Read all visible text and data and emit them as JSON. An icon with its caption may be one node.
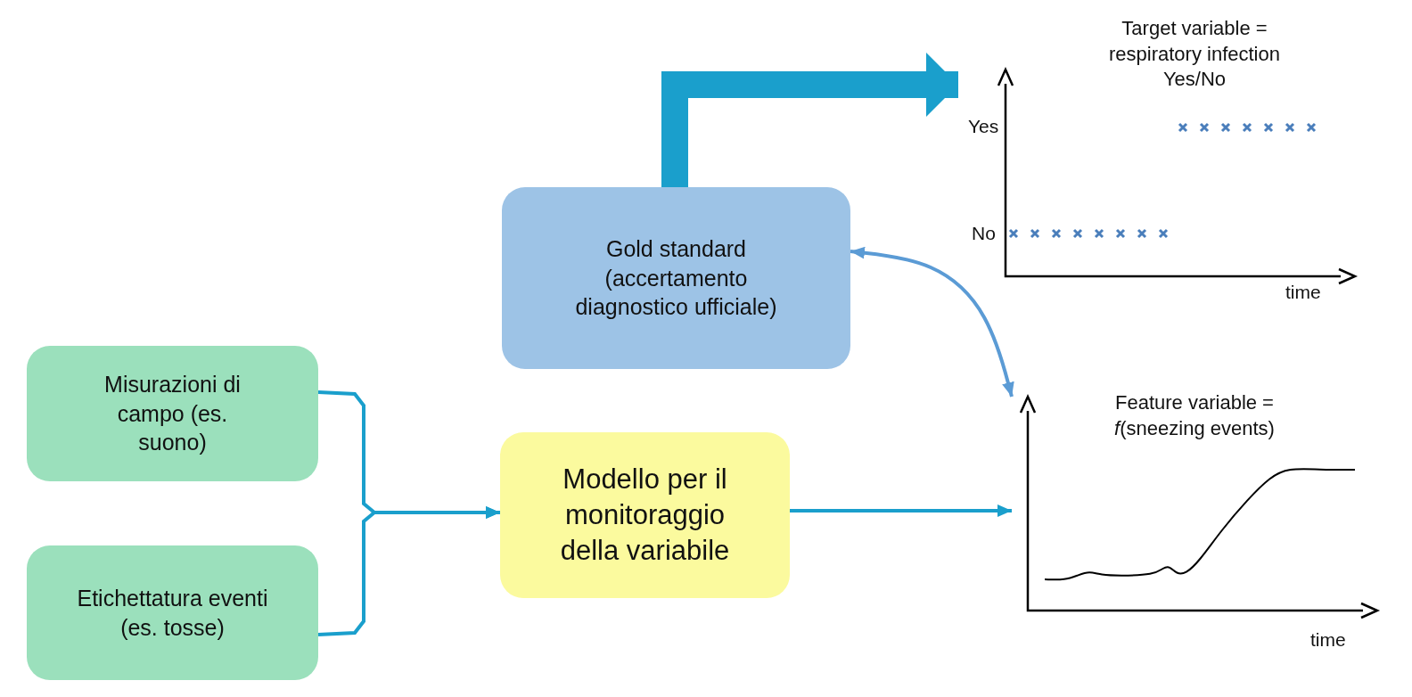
{
  "diagram": {
    "nodes": [
      {
        "text": [
          "Gold standard (accertamento diagnostico ufficiale)"
        ]
      },
      {
        "text": [
          "Target variable = respiratory infection Yes/No",
          "Yes",
          "No",
          "time"
        ]
      },
      {
        "text": [
          "Misurazioni di campo (es. suono)"
        ]
      },
      {
        "text": [
          "Etichettatura eventi (es. tosse)"
        ]
      },
      {
        "text": [
          "Modello per il monitoraggio della variabile"
        ]
      },
      {
        "text": [
          "Feature variable = *f*(sneezing events)",
          "time"
        ]
      }
    ],
    "edges": [
      {
        "from": 0,
        "to": 1,
        "arrow": "to",
        "style": "thick"
      },
      {
        "from": 0,
        "to": 5,
        "arrow": "both",
        "color": "#5b9bd5"
      },
      {
        "from": 2,
        "to": 4,
        "arrow": "to"
      },
      {
        "from": 3,
        "to": 4,
        "arrow": "to"
      },
      {
        "from": 4,
        "to": 5,
        "arrow": "to"
      }
    ]
  }
}
